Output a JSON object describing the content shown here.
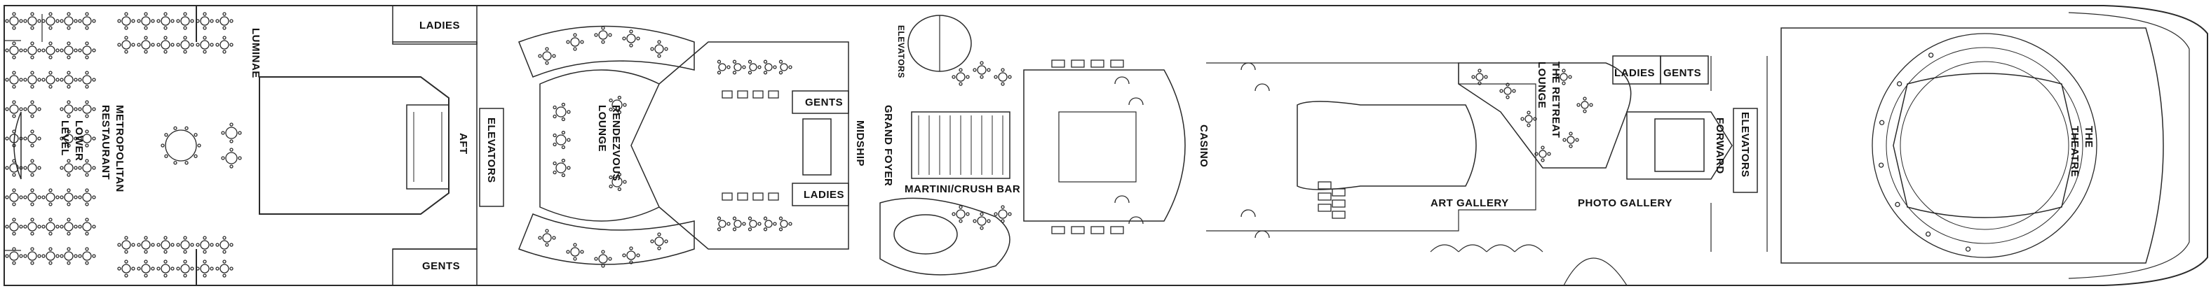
{
  "deck": {
    "colors": {
      "line": "#2a2a2a",
      "background": "#ffffff",
      "text": "#111111"
    },
    "labels": {
      "metropolitan_restaurant": [
        "METROPOLITAN",
        "RESTAURANT"
      ],
      "lower_level": [
        "LOWER",
        "LEVEL"
      ],
      "luminae": "LUMINAE",
      "ladies_top_aft": "LADIES",
      "gents_bottom_aft": "GENTS",
      "aft": "AFT",
      "elevators_aft": "ELEVATORS",
      "rendezvous_lounge": [
        "RENDEZVOUS",
        "LOUNGE"
      ],
      "gents_mid": "GENTS",
      "ladies_mid": "LADIES",
      "midship": "MIDSHIP",
      "elevators_mid": "ELEVATORS",
      "grand_foyer": "GRAND FOYER",
      "martini_bar": "MARTINI/CRUSH BAR",
      "casino": "CASINO",
      "art_gallery": "ART GALLERY",
      "photo_gallery": "PHOTO GALLERY",
      "retreat_lounge": [
        "THE RETREAT",
        "LOUNGE"
      ],
      "ladies_fwd": "LADIES",
      "gents_fwd": "GENTS",
      "forward": "FORWARD",
      "elevators_fwd": "ELEVATORS",
      "theatre": [
        "THE",
        "THEATRE"
      ]
    }
  }
}
